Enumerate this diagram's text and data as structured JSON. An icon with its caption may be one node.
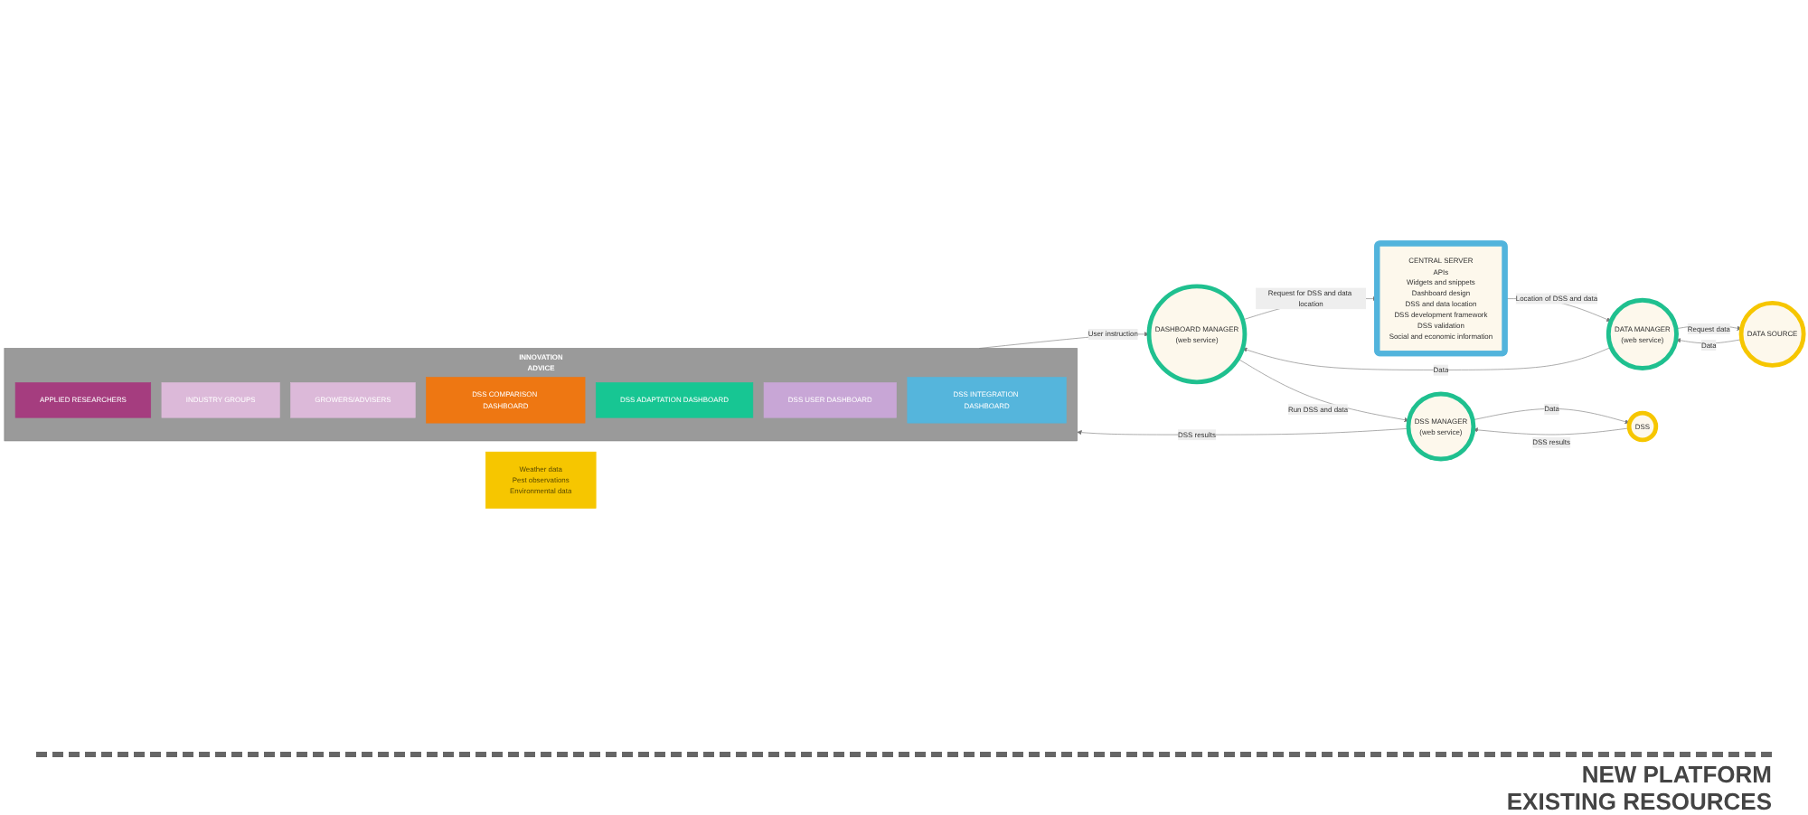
{
  "diagram": {
    "nodes": [
      {
        "text": [
          "INNOVATION",
          "ADVICE"
        ]
      },
      {
        "text": [
          "APPLIED RESEARCHERS"
        ],
        "in": 0
      },
      {
        "text": [
          "INDUSTRY GROUPS"
        ],
        "in": 0
      },
      {
        "text": [
          "GROWERS/ADVISERS"
        ],
        "in": 0
      },
      {
        "text": [
          "DSS COMPARISON DASHBOARD"
        ],
        "in": 0
      },
      {
        "text": [
          "DSS ADAPTATION DASHBOARD"
        ],
        "in": 0
      },
      {
        "text": [
          "DSS USER DASHBOARD"
        ],
        "in": 0
      },
      {
        "text": [
          "DSS INTEGRATION DASHBOARD"
        ],
        "in": 0
      },
      {
        "text": [
          "DASHBOARD MANAGER",
          "(web service)"
        ]
      },
      {
        "text": [
          "CENTRAL SERVER",
          "APIs",
          "Widgets and snippets",
          "Dashboard design",
          "DSS and data location",
          "DSS development framework",
          "DSS validation",
          "Social and economic information"
        ]
      },
      {
        "text": [
          "DSS MANAGER",
          "(web service)"
        ]
      },
      {
        "text": [
          "DATA MANAGER",
          "(web service)"
        ]
      },
      {
        "text": [
          "DSS"
        ]
      },
      {
        "text": [
          "DATA SOURCE"
        ]
      },
      {
        "text": [
          "Weather data",
          "Pest observations",
          "Environmental data"
        ]
      }
    ],
    "edges": [
      {
        "from": 0,
        "to": 8,
        "label": "User instruction",
        "arrow": "to"
      },
      {
        "from": 8,
        "to": 9,
        "label": "Request for DSS and data location",
        "arrow": "to"
      },
      {
        "from": 9,
        "to": 11,
        "label": "Location of DSS and data",
        "arrow": "to"
      },
      {
        "from": 10,
        "to": 0,
        "label": "DSS results",
        "arrow": "to"
      },
      {
        "from": 8,
        "to": 10,
        "label": "Run DSS and data",
        "arrow": "to"
      },
      {
        "from": 11,
        "to": 8,
        "label": "Data",
        "arrow": "to"
      },
      {
        "from": 12,
        "to": 10,
        "label": "DSS results",
        "arrow": "to"
      },
      {
        "from": 10,
        "to": 12,
        "label": "Data",
        "arrow": "to"
      },
      {
        "from": 13,
        "to": 11,
        "label": "Data",
        "arrow": "to"
      },
      {
        "from": 11,
        "to": 13,
        "label": "Request data",
        "arrow": "to"
      }
    ],
    "labels": [
      "NEW PLATFORM",
      "EXISTING RESOURCES"
    ]
  }
}
